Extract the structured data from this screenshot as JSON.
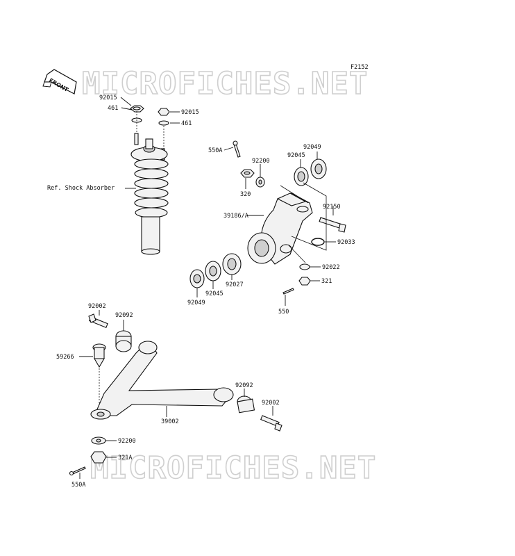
{
  "diagram": {
    "figure_code": "F2152",
    "watermark": "MICROFICHES.NET",
    "front_label": "FRONT",
    "ref_label": "Ref. Shock Absorber",
    "parts": [
      {
        "id": "p-92015-a",
        "number": "92015"
      },
      {
        "id": "p-461-a",
        "number": "461"
      },
      {
        "id": "p-92015-b",
        "number": "92015"
      },
      {
        "id": "p-461-b",
        "number": "461"
      },
      {
        "id": "p-550A-top",
        "number": "550A"
      },
      {
        "id": "p-92200-top",
        "number": "92200"
      },
      {
        "id": "p-92045-top",
        "number": "92045"
      },
      {
        "id": "p-92049-top",
        "number": "92049"
      },
      {
        "id": "p-320",
        "number": "320"
      },
      {
        "id": "p-92150",
        "number": "92150"
      },
      {
        "id": "p-39186A",
        "number": "39186/A"
      },
      {
        "id": "p-92033",
        "number": "92033"
      },
      {
        "id": "p-92022",
        "number": "92022"
      },
      {
        "id": "p-321",
        "number": "321"
      },
      {
        "id": "p-550",
        "number": "550"
      },
      {
        "id": "p-92027",
        "number": "92027"
      },
      {
        "id": "p-92045-bot",
        "number": "92045"
      },
      {
        "id": "p-92049-bot",
        "number": "92049"
      },
      {
        "id": "p-92002-a",
        "number": "92002"
      },
      {
        "id": "p-92092-a",
        "number": "92092"
      },
      {
        "id": "p-59266",
        "number": "59266"
      },
      {
        "id": "p-92092-b",
        "number": "92092"
      },
      {
        "id": "p-92002-b",
        "number": "92002"
      },
      {
        "id": "p-39002",
        "number": "39002"
      },
      {
        "id": "p-92200-bot",
        "number": "92200"
      },
      {
        "id": "p-321A",
        "number": "321A"
      },
      {
        "id": "p-550A-bot",
        "number": "550A"
      }
    ]
  }
}
